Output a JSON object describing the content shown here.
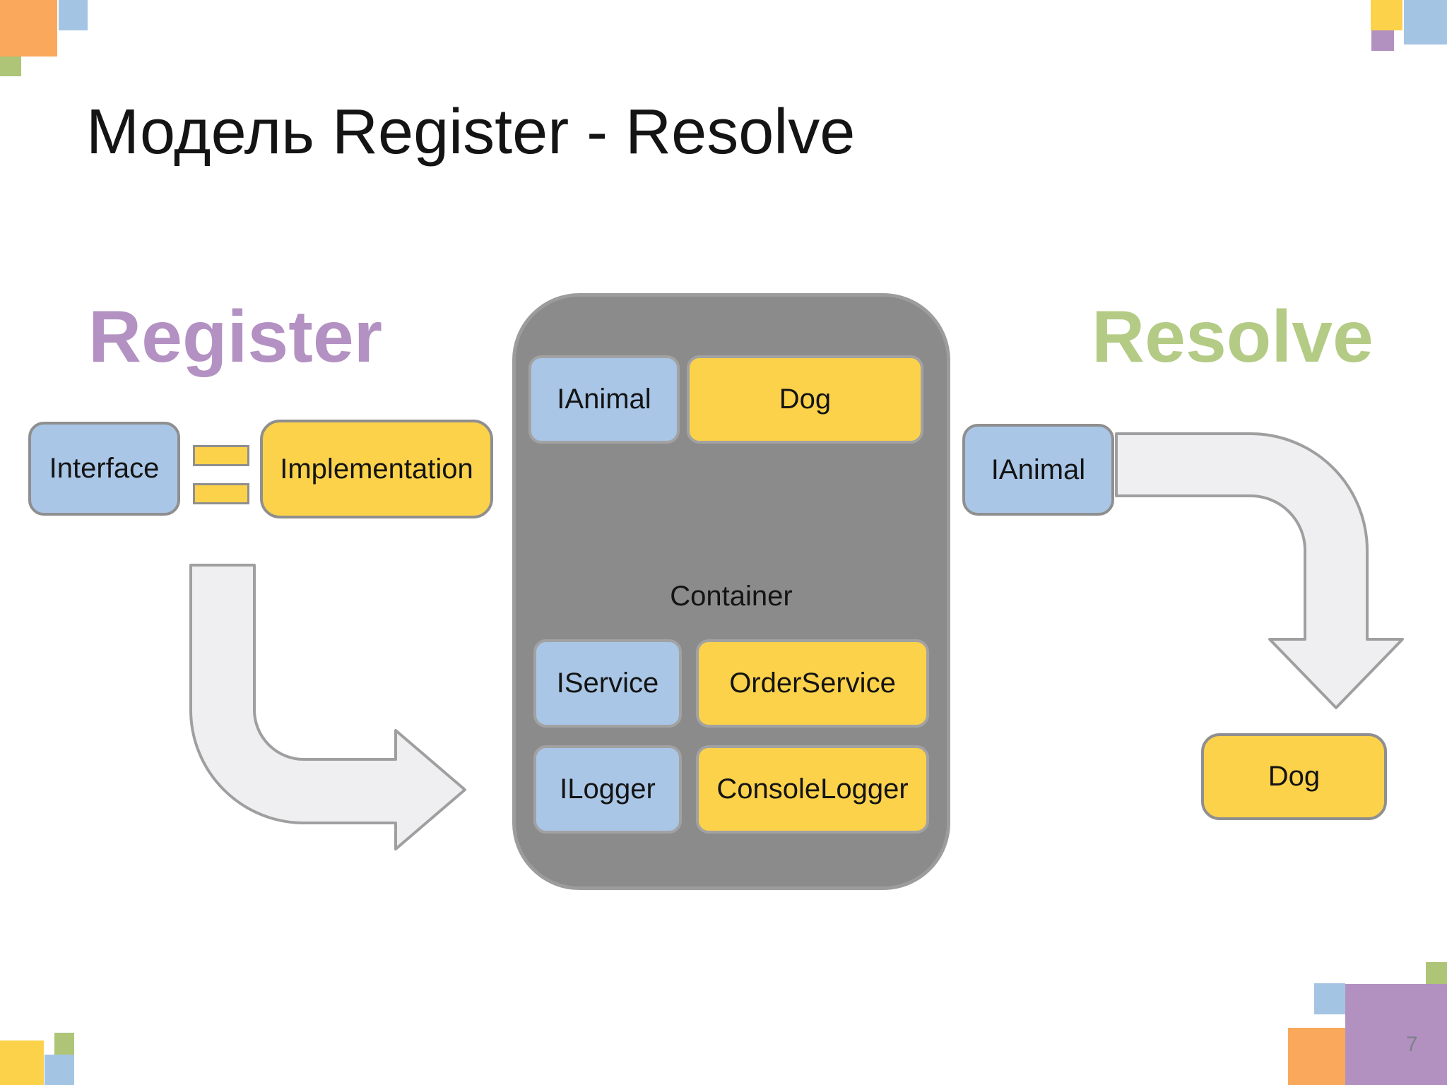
{
  "slide": {
    "title": "Модель Register - Resolve",
    "page_number": "7"
  },
  "register_section": {
    "heading": "Register",
    "interface_box": "Interface",
    "implementation_box": "Implementation"
  },
  "resolve_section": {
    "heading": "Resolve",
    "interface_box": "IAnimal",
    "result_box": "Dog"
  },
  "container": {
    "label": "Container",
    "registrations": [
      {
        "interface": "IAnimal",
        "implementation": "Dog"
      },
      {
        "interface": "IService",
        "implementation": "OrderService"
      },
      {
        "interface": "ILogger",
        "implementation": "ConsoleLogger"
      }
    ]
  },
  "colors": {
    "interface_fill": "#a9c6e6",
    "implementation_fill": "#fcd24b",
    "container_fill": "#8b8b8b",
    "register_heading": "#b391c2",
    "resolve_heading": "#b4cb85",
    "arrow_fill": "#efeff1",
    "arrow_stroke": "#9f9f9f",
    "corner_orange": "#f9a85c",
    "corner_blue": "#a4c4e4",
    "corner_green": "#aec477",
    "corner_yellow": "#fcd24b",
    "corner_purple": "#b291c1"
  }
}
